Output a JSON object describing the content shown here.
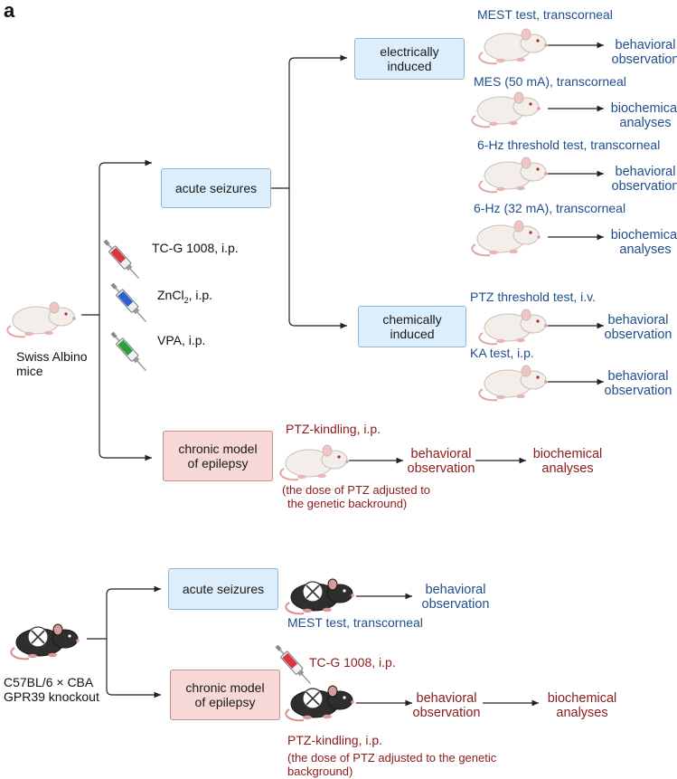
{
  "panel_label": "a",
  "colors": {
    "blue_text": "#1f4e8c",
    "red_text": "#8b1a1a",
    "blue_box": "#dceefb",
    "red_box": "#f6d8d8",
    "white_mouse": "#f3eee9",
    "black_mouse": "#2e2e2e"
  },
  "top": {
    "source_label_1": "Swiss Albino",
    "source_label_2": "mice",
    "acute_box": "acute seizures",
    "electrical_box_1": "electrically",
    "electrical_box_2": "induced",
    "chemical_box_1": "chemically",
    "chemical_box_2": "induced",
    "chronic_box_1": "chronic model",
    "chronic_box_2": "of epilepsy",
    "drugs": {
      "tcg": "TC-G 1008, i.p.",
      "zn_prefix": "ZnCl",
      "zn_sub": "2",
      "zn_suffix": ", i.p.",
      "vpa": "VPA, i.p."
    },
    "tests": {
      "mest": "MEST test, transcorneal",
      "mes": "MES (50 mA), transcorneal",
      "hz_threshold": "6-Hz threshold test, transcorneal",
      "hz32": "6-Hz (32 mA), transcorneal",
      "ptz_threshold": "PTZ threshold test, i.v.",
      "ka": "KA test, i.p.",
      "ptz_kindling": "PTZ-kindling, i.p.",
      "ptz_note_1": "(the dose of PTZ adjusted to",
      "ptz_note_2": "the genetic backround)"
    },
    "outcomes": {
      "behavioral_1": "behavioral",
      "behavioral_2": "observation",
      "biochemical_1": "biochemical",
      "biochemical_2": "analyses"
    }
  },
  "bottom": {
    "source_label_1": "C57BL/6 × CBA",
    "source_label_2": "GPR39 knockout",
    "acute_box": "acute seizures",
    "chronic_box_1": "chronic model",
    "chronic_box_2": "of epilepsy",
    "mest": "MEST test, transcorneal",
    "drug": "TC-G 1008, i.p.",
    "ptz_kindling": "PTZ-kindling, i.p.",
    "ptz_note_1": "(the dose of PTZ adjusted to the genetic",
    "ptz_note_2": "background)",
    "outcomes": {
      "behavioral_1": "behavioral",
      "behavioral_2": "observation",
      "biochemical_1": "biochemical",
      "biochemical_2": "analyses"
    }
  }
}
